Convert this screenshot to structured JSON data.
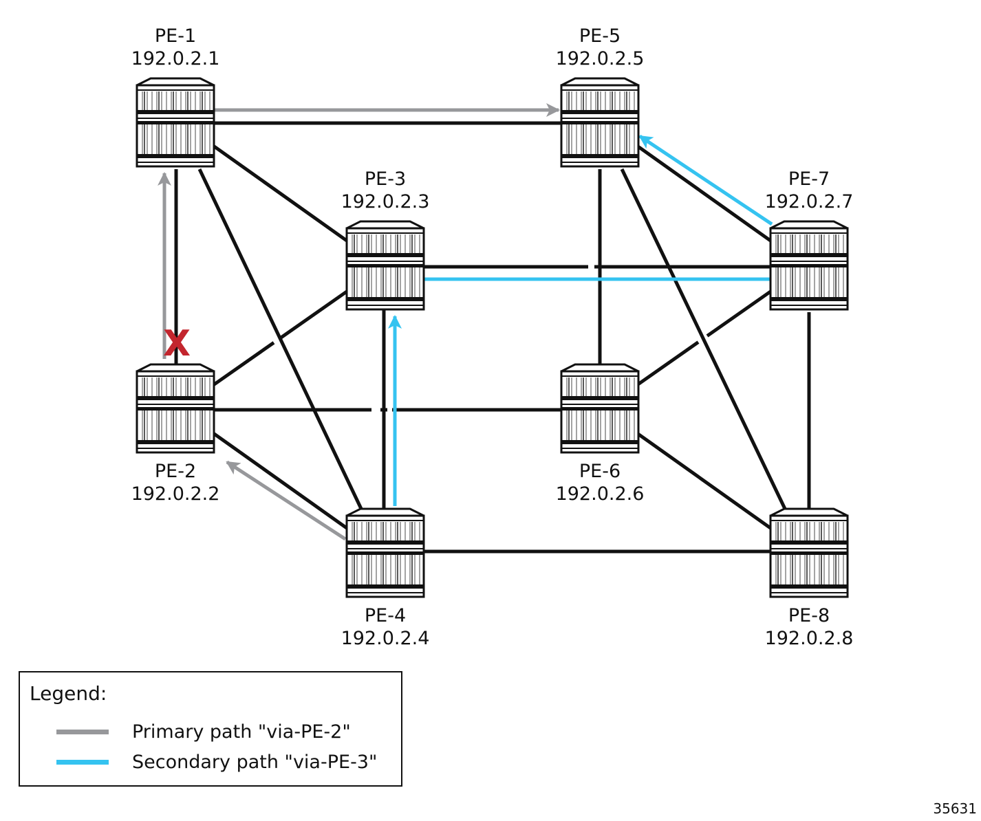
{
  "diagram": {
    "title": "",
    "nodes": [
      {
        "id": "PE-1",
        "name": "PE-1",
        "ip": "192.0.2.1",
        "label_pos": "above"
      },
      {
        "id": "PE-2",
        "name": "PE-2",
        "ip": "192.0.2.2",
        "label_pos": "below"
      },
      {
        "id": "PE-3",
        "name": "PE-3",
        "ip": "192.0.2.3",
        "label_pos": "above"
      },
      {
        "id": "PE-4",
        "name": "PE-4",
        "ip": "192.0.2.4",
        "label_pos": "below"
      },
      {
        "id": "PE-5",
        "name": "PE-5",
        "ip": "192.0.2.5",
        "label_pos": "above"
      },
      {
        "id": "PE-6",
        "name": "PE-6",
        "ip": "192.0.2.6",
        "label_pos": "below"
      },
      {
        "id": "PE-7",
        "name": "PE-7",
        "ip": "192.0.2.7",
        "label_pos": "above"
      },
      {
        "id": "PE-8",
        "name": "PE-8",
        "ip": "192.0.2.8",
        "label_pos": "below"
      }
    ],
    "links": [
      {
        "from": "PE-1",
        "to": "PE-5"
      },
      {
        "from": "PE-1",
        "to": "PE-2",
        "failed": true
      },
      {
        "from": "PE-1",
        "to": "PE-3"
      },
      {
        "from": "PE-1",
        "to": "PE-4"
      },
      {
        "from": "PE-2",
        "to": "PE-3"
      },
      {
        "from": "PE-2",
        "to": "PE-6"
      },
      {
        "from": "PE-2",
        "to": "PE-4"
      },
      {
        "from": "PE-3",
        "to": "PE-7"
      },
      {
        "from": "PE-3",
        "to": "PE-4"
      },
      {
        "from": "PE-5",
        "to": "PE-7"
      },
      {
        "from": "PE-5",
        "to": "PE-6"
      },
      {
        "from": "PE-5",
        "to": "PE-8"
      },
      {
        "from": "PE-6",
        "to": "PE-7"
      },
      {
        "from": "PE-6",
        "to": "PE-8"
      },
      {
        "from": "PE-7",
        "to": "PE-8"
      },
      {
        "from": "PE-4",
        "to": "PE-8"
      }
    ],
    "paths": [
      {
        "name": "Primary path \"via-PE-2\"",
        "color": "#97989b",
        "hops": [
          "PE-4",
          "PE-2",
          "PE-1",
          "PE-5"
        ]
      },
      {
        "name": "Secondary path \"via-PE-3\"",
        "color": "#35c3f0",
        "hops": [
          "PE-4",
          "PE-3",
          "PE-7",
          "PE-5"
        ]
      }
    ],
    "failure_marker": {
      "symbol": "X",
      "link": "PE-1 - PE-2",
      "color": "#c3262e"
    }
  },
  "legend": {
    "title": "Legend:",
    "items": [
      {
        "label": "Primary path \"via-PE-2\"",
        "color": "#97989b"
      },
      {
        "label": "Secondary path \"via-PE-3\"",
        "color": "#35c3f0"
      }
    ]
  },
  "figure_id": "35631"
}
